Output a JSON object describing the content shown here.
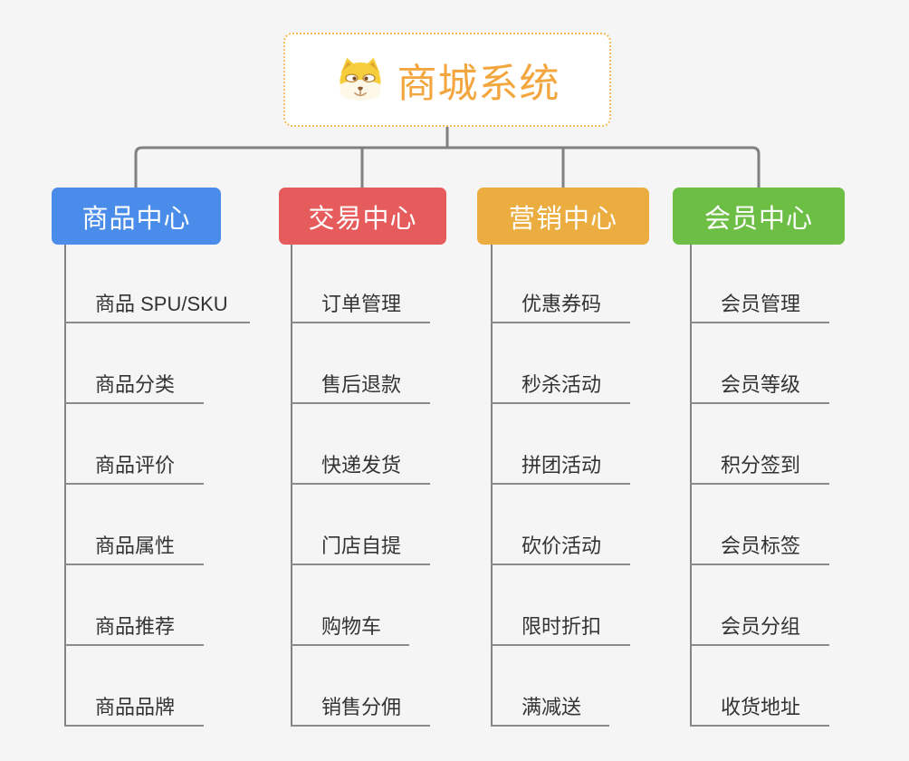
{
  "root": {
    "title": "商城系统",
    "icon": "dog-face-icon",
    "title_color": "#f2a63d",
    "border_color": "#f5bd5a"
  },
  "connector_color": "#808080",
  "background_color": "#f5f5f5",
  "branches": [
    {
      "id": "product-center",
      "label": "商品中心",
      "color": "#4a8ce9",
      "items": [
        "商品 SPU/SKU",
        "商品分类",
        "商品评价",
        "商品属性",
        "商品推荐",
        "商品品牌"
      ]
    },
    {
      "id": "trade-center",
      "label": "交易中心",
      "color": "#e65b5b",
      "items": [
        "订单管理",
        "售后退款",
        "快递发货",
        "门店自提",
        "购物车",
        "销售分佣"
      ]
    },
    {
      "id": "marketing-center",
      "label": "营销中心",
      "color": "#ebad40",
      "items": [
        "优惠券码",
        "秒杀活动",
        "拼团活动",
        "砍价活动",
        "限时折扣",
        "满减送"
      ]
    },
    {
      "id": "member-center",
      "label": "会员中心",
      "color": "#6cbe45",
      "items": [
        "会员管理",
        "会员等级",
        "积分签到",
        "会员标签",
        "会员分组",
        "收货地址"
      ]
    }
  ]
}
